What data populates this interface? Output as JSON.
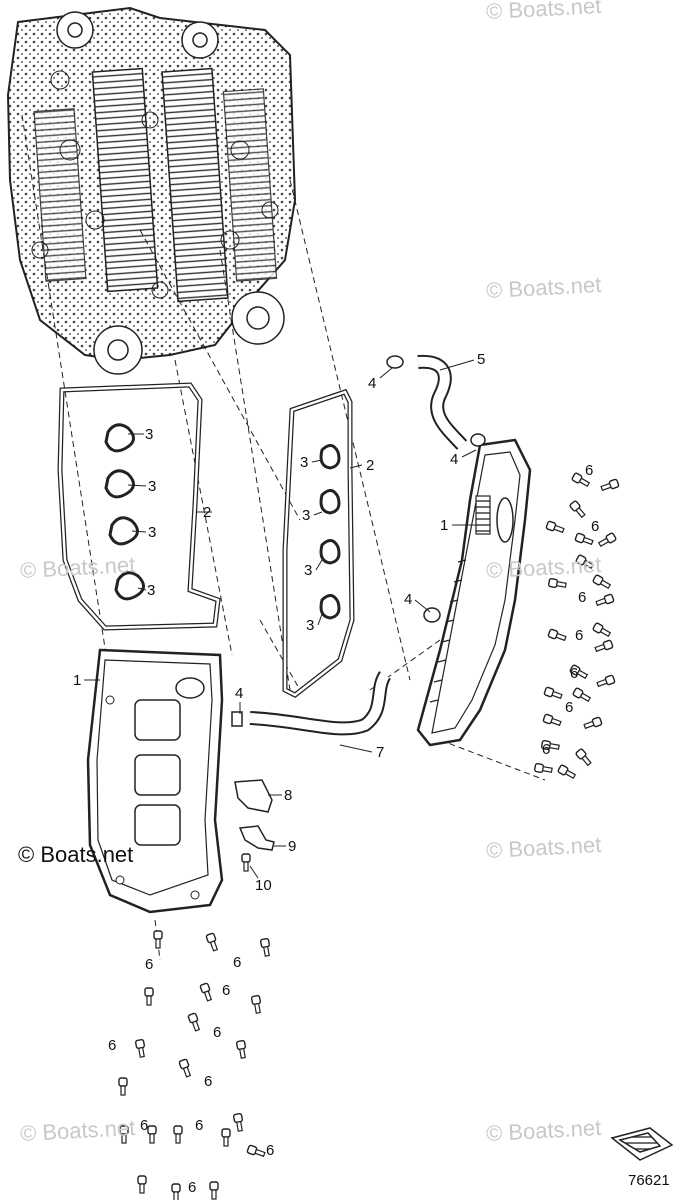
{
  "watermark": "© Boats.net",
  "figure_number": "76621",
  "callouts": [
    "1",
    "2",
    "3",
    "4",
    "5",
    "6",
    "7",
    "8",
    "9",
    "10"
  ],
  "colors": {
    "line": "#222222",
    "hatch": "#8a8a8a",
    "watermark": "#c8c8c8"
  }
}
